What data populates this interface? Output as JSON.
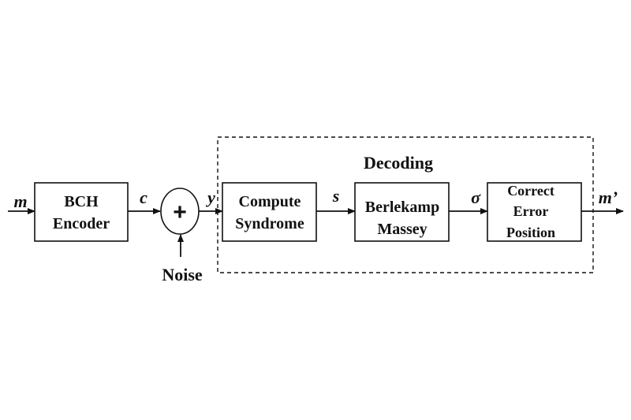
{
  "diagram": {
    "group_label": "Decoding",
    "blocks": {
      "encoder": [
        "BCH",
        "Encoder"
      ],
      "syndrome": [
        "Compute",
        "Syndrome"
      ],
      "berlekamp": [
        "Berlekamp",
        "Massey"
      ],
      "correct": [
        "Correct",
        "Error",
        "Position"
      ]
    },
    "adder_symbol": "+",
    "noise_label": "Noise",
    "signals": {
      "input": "m",
      "codeword": "c",
      "received": "y",
      "syndrome": "s",
      "locator": "σ",
      "output": "m’"
    }
  }
}
